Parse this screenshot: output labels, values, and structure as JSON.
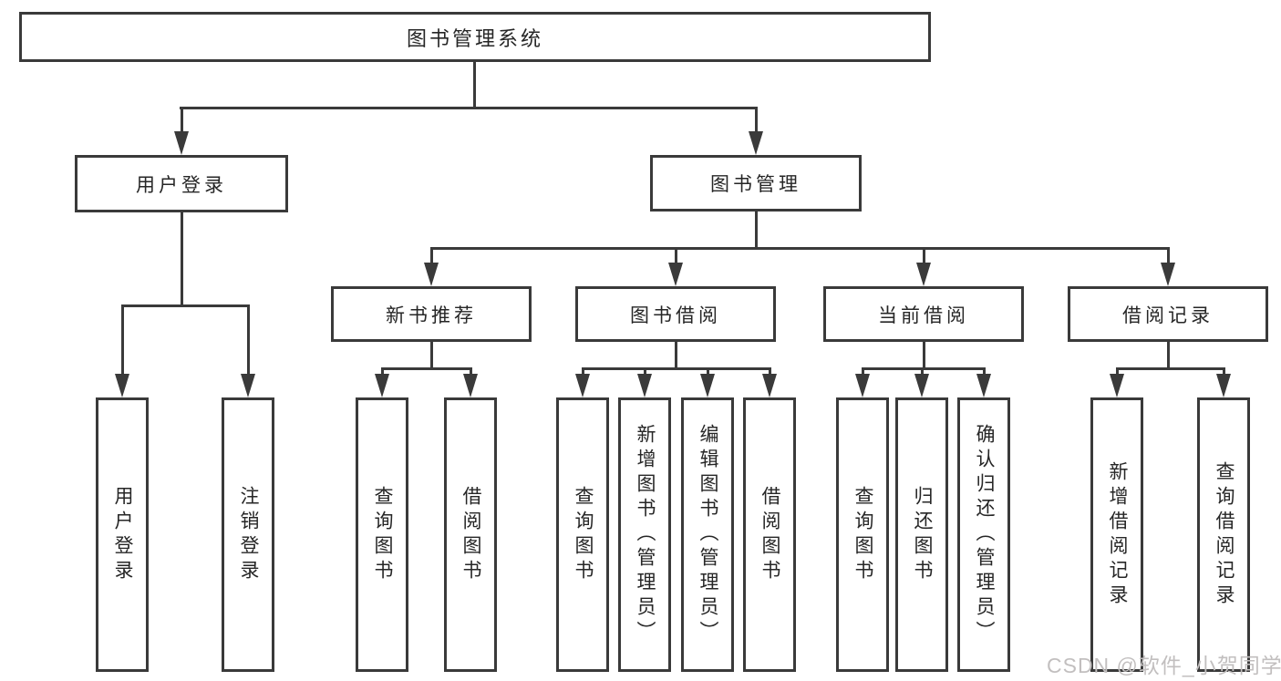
{
  "diagram": {
    "root": "图书管理系统",
    "user_login": {
      "label": "用户登录",
      "children": [
        "用户登录",
        "注销登录"
      ]
    },
    "book_management": {
      "label": "图书管理",
      "sections": [
        {
          "label": "新书推荐",
          "children": [
            "查询图书",
            "借阅图书"
          ]
        },
        {
          "label": "图书借阅",
          "children": [
            "查询图书",
            "新增图书（管理员）",
            "编辑图书（管理员）",
            "借阅图书"
          ]
        },
        {
          "label": "当前借阅",
          "children": [
            "查询图书",
            "归还图书",
            "确认归还（管理员）"
          ]
        },
        {
          "label": "借阅记录",
          "children": [
            "新增借阅记录",
            "查询借阅记录"
          ]
        }
      ]
    }
  },
  "watermark": "CSDN @软件_小贺同学",
  "colors": {
    "line": "#3a3a3a",
    "text": "#262626",
    "watermark": "#c2bfbf",
    "background": "#ffffff"
  }
}
